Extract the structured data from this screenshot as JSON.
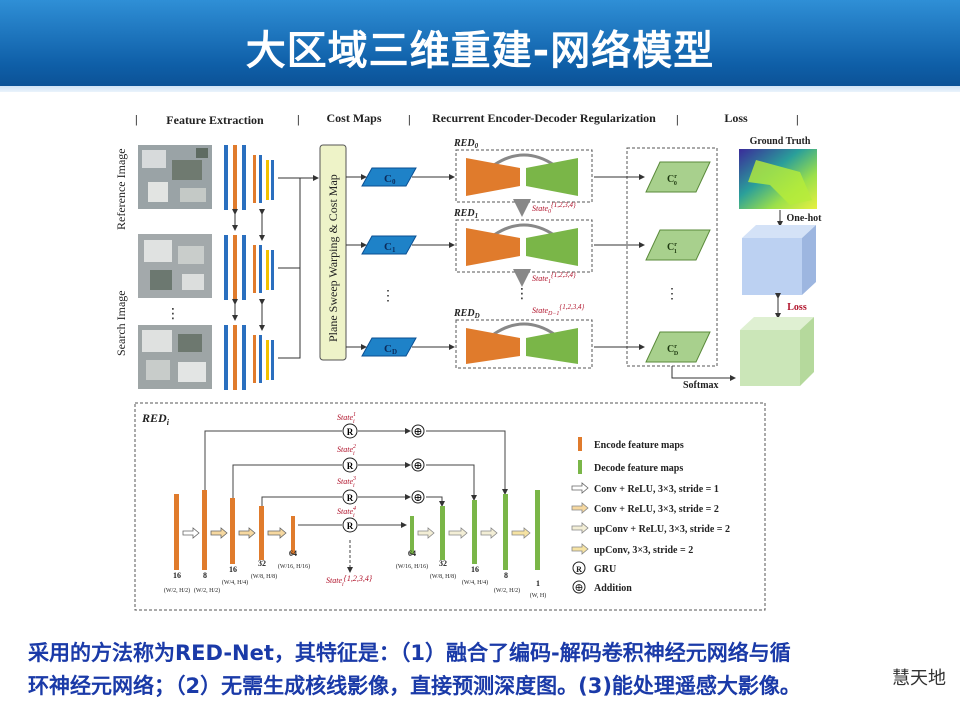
{
  "header": {
    "title": "大区域三维重建-网络模型"
  },
  "sections": {
    "feature_extraction": "Feature Extraction",
    "cost_maps": "Cost Maps",
    "regularization": "Recurrent Encoder-Decoder Regularization",
    "loss": "Loss"
  },
  "images": {
    "reference": "Reference Image",
    "search": "Search Image"
  },
  "plane_sweep": "Plane Sweep Warping & Cost Map",
  "cost": {
    "c0": "C",
    "s0": "0",
    "c1": "C",
    "s1": "1",
    "cd": "C",
    "sd": "D"
  },
  "red": {
    "r0": "RED",
    "s0": "0",
    "r1": "RED",
    "s1": "1",
    "rd": "RED",
    "sd": "D"
  },
  "states": {
    "st": "State",
    "set": "{1,2,3,4}",
    "s0": "0",
    "s1": "1",
    "sd": "D−1"
  },
  "reg": {
    "c0": "C",
    "s0": "0",
    "c1": "C",
    "s1": "1",
    "cd": "C",
    "sd": "D",
    "sup": "r"
  },
  "loss": {
    "gt": "Ground Truth",
    "onehot": "One-hot",
    "loss": "Loss",
    "softmax": "Softmax"
  },
  "dots": "⋮",
  "bottom": {
    "red_i": "RED",
    "i": "i",
    "r": "R",
    "plus": "⊕",
    "state_label": "State",
    "sup1": "1",
    "sup2": "2",
    "sup3": "3",
    "sup4": "4",
    "state_set": "{1,2,3,4}",
    "sub_i": "i",
    "enc_ch": [
      "16",
      "8",
      "16",
      "32",
      "64"
    ],
    "dec_ch": [
      "64",
      "32",
      "16",
      "8",
      "1"
    ],
    "enc_sz": [
      "(W/2, H/2)",
      "(W/2, H/2)",
      "(W/4, H/4)",
      "(W/8, H/8)",
      "(W/16, H/16)"
    ],
    "dec_sz": [
      "(W/16, H/16)",
      "(W/8, H/8)",
      "(W/4, H/4)",
      "(W/2, H/2)",
      "(W, H)"
    ]
  },
  "legend": {
    "encode": "Encode feature maps",
    "decode": "Decode feature maps",
    "conv1": "Conv + ReLU, 3×3, stride = 1",
    "conv2": "Conv + ReLU, 3×3, stride = 2",
    "upconv_relu": "upConv + ReLU, 3×3, stride = 2",
    "upconv": "upConv, 3×3, stride = 2",
    "gru": "GRU",
    "addition": "Addition"
  },
  "caption": {
    "line1": "采用的方法称为RED-Net，其特征是：（1）融合了编码-解码卷积神经元网络与循",
    "line2": "环神经元网络；（2）无需生成核线影像，直接预测深度图。(3)能处理遥感大影像。"
  },
  "watermark": "慧天地",
  "colors": {
    "title_bg": "#0f5fa8",
    "encode": "#e07b2c",
    "decode": "#7ab648",
    "caption": "#1a3aa8",
    "red_text": "#b0122a"
  }
}
